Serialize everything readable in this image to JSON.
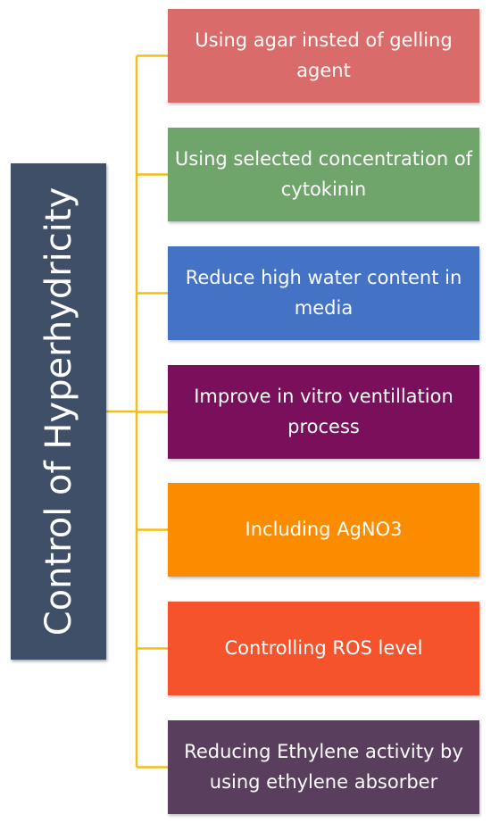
{
  "root": {
    "label": "Control of Hyperhydricity",
    "color": "#3f4f68"
  },
  "connector_color": "#f2be18",
  "items": [
    {
      "label": "Using agar insted of gelling agent",
      "color": "#d96c6a"
    },
    {
      "label": "Using selected concentration of cytokinin",
      "color": "#6fa56b"
    },
    {
      "label": "Reduce high water content in media",
      "color": "#4472c4"
    },
    {
      "label": "Improve in vitro ventillation process",
      "color": "#7a0f5c"
    },
    {
      "label": "Including AgNO3",
      "color": "#fb8c00"
    },
    {
      "label": "Controlling ROS level",
      "color": "#f4532b"
    },
    {
      "label": "Reducing Ethylene activity by using ethylene absorber",
      "color": "#5a3e5e"
    }
  ]
}
